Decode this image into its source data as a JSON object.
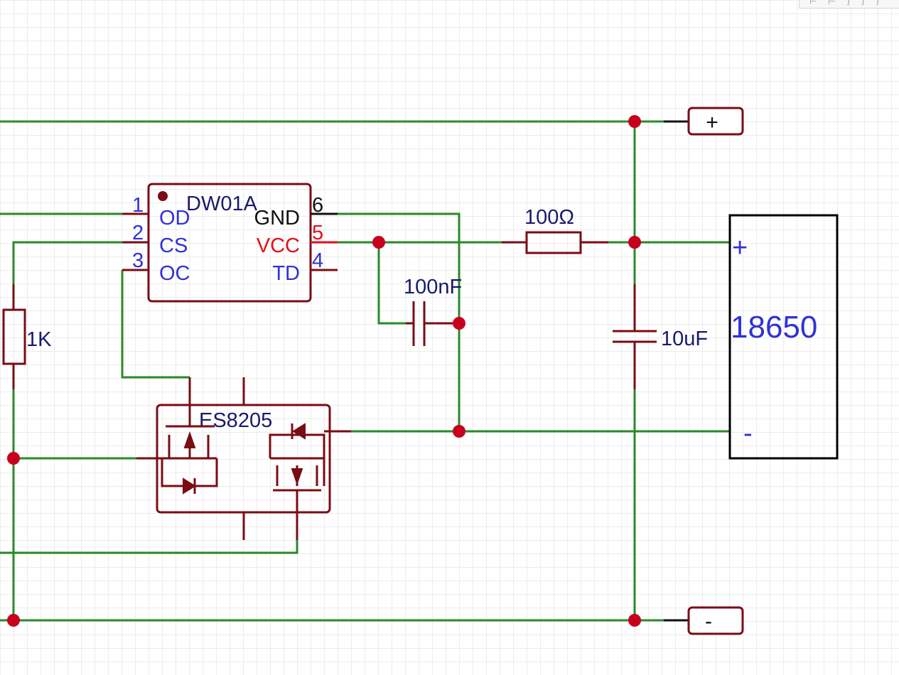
{
  "toolbar": {
    "glyphs": "⊢ ⊢ ⟩ ⟩ ⟩"
  },
  "colors": {
    "wire": "#2a8a2a",
    "component": "#7a0c14",
    "junction": "#c8001e",
    "pin_text": "#3030d8",
    "label_text": "#1a1a6a"
  },
  "ic": {
    "name": "DW01A",
    "pins_left": [
      {
        "num": "1",
        "name": "OD"
      },
      {
        "num": "2",
        "name": "CS"
      },
      {
        "num": "3",
        "name": "OC"
      }
    ],
    "pins_right": [
      {
        "num": "6",
        "name": "GND"
      },
      {
        "num": "5",
        "name": "VCC"
      },
      {
        "num": "4",
        "name": "TD"
      }
    ]
  },
  "mosfet": {
    "name": "ES8205"
  },
  "resistor_r1": {
    "value": "1K"
  },
  "resistor_r2": {
    "value": "100Ω"
  },
  "capacitor_c1": {
    "value": "100nF"
  },
  "capacitor_c2": {
    "value": "10uF"
  },
  "battery": {
    "name": "18650",
    "plus": "+",
    "minus": "-"
  },
  "ports": {
    "plus": "+",
    "minus": "-"
  }
}
